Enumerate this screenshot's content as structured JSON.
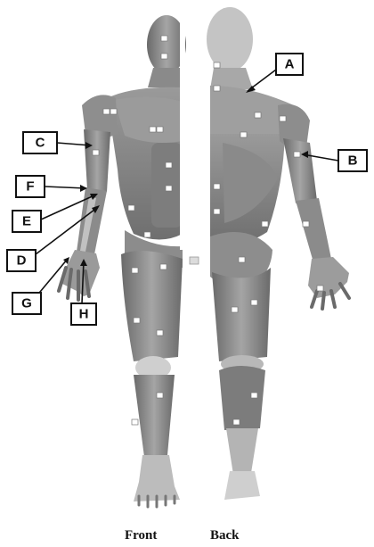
{
  "callouts": [
    {
      "letter": "A"
    },
    {
      "letter": "B"
    },
    {
      "letter": "C"
    },
    {
      "letter": "D"
    },
    {
      "letter": "E"
    },
    {
      "letter": "F"
    },
    {
      "letter": "G"
    },
    {
      "letter": "H"
    }
  ],
  "views": {
    "front_label": "Front",
    "back_label": "Back"
  },
  "colors": {
    "muscle_base": "#8f8f8f",
    "muscle_dark": "#5f5f5f",
    "muscle_light": "#b9b9b9",
    "tendon": "#e6e6e6",
    "outline": "#111111"
  }
}
